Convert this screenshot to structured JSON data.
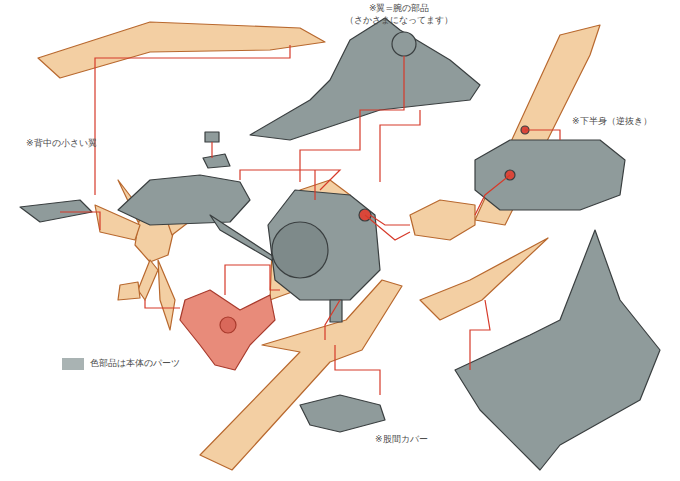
{
  "diagram": {
    "labels": [
      "※翼=腕の部品 （さかさまになってます）",
      "※背中の小さい翼",
      "※下半身（逆抜き）",
      "※股間カバー"
    ],
    "legend": [
      {
        "text": "色部品は本体のパーツ",
        "color": "#a9b3b3"
      }
    ]
  }
}
